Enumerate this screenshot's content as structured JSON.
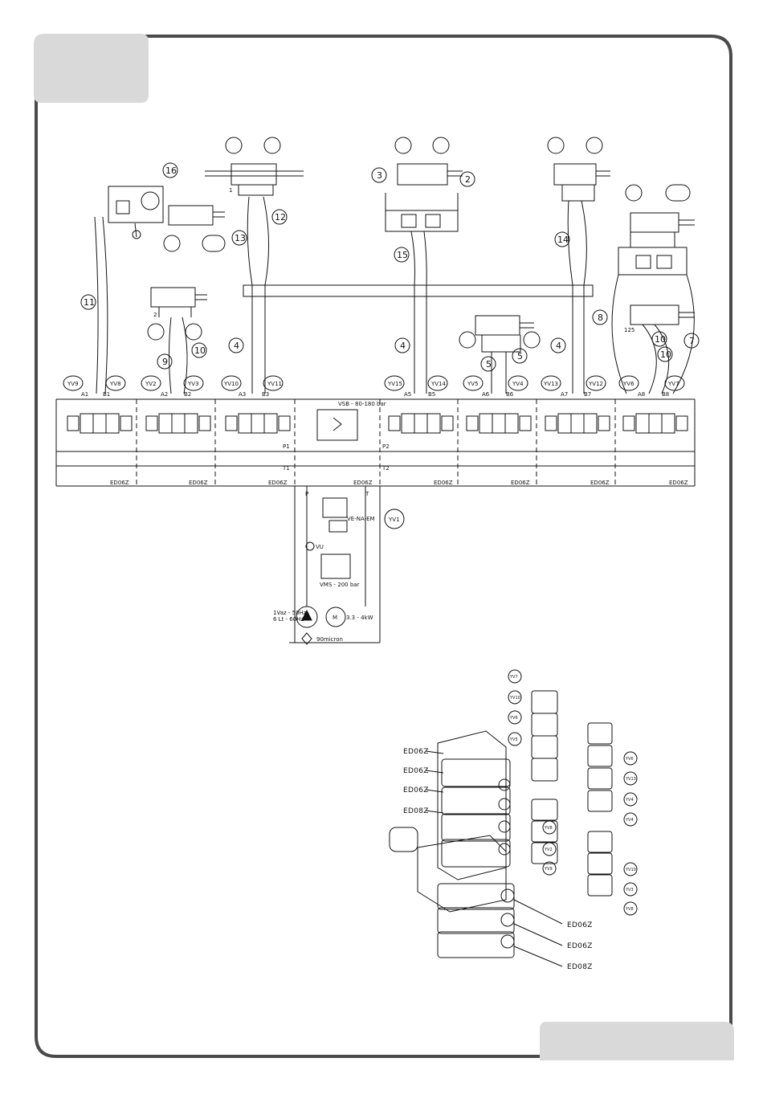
{
  "colors": {
    "frame": "#4a4a4a",
    "tab": "#d9d9d9",
    "ink": "#111111"
  },
  "valve_labels": [
    "YV9",
    "B1",
    "YV8",
    "YV2",
    "A2",
    "B2",
    "YV3",
    "YV10",
    "A3",
    "B3",
    "YV11",
    "YV15",
    "A5",
    "B5",
    "YV14",
    "YV5",
    "A6",
    "B6",
    "YV4",
    "YV13",
    "A7",
    "B7",
    "YV12",
    "YV6",
    "A8",
    "B8",
    "YV7",
    "A1"
  ],
  "valve_section_tags": [
    "ED06Z",
    "ED06Z",
    "ED06Z",
    "ED06Z",
    "ED06Z",
    "ED06Z",
    "ED06Z",
    "ED06Z"
  ],
  "callouts": [
    "16",
    "1",
    "12",
    "13",
    "3",
    "2",
    "14",
    "15",
    "11",
    "2",
    "9",
    "10",
    "4",
    "4",
    "5",
    "5",
    "4",
    "8",
    "10",
    "10",
    "7",
    "125"
  ],
  "circuit_labels": {
    "p1": "P1",
    "t1": "T1",
    "p2": "P2",
    "t2": "T2",
    "p": "P",
    "t": "T",
    "vsb": "VSB - 80-180 bar",
    "vms": "VMS - 200 bar",
    "solenoid": "YV1",
    "ve": "VE-NA-EM",
    "vu": "VU",
    "pump": "1Vaz - 50Hz\n6 Lt - 60Hz",
    "pump_1": "1Vaz - 50Hz",
    "pump_2": "6 Lt - 60Hz",
    "motor": "3.3 - 4kW",
    "motor_letter": "M",
    "filter": "90micron"
  },
  "assembly_labels_left": [
    "ED06Z",
    "ED06Z",
    "ED06Z",
    "ED08Z"
  ],
  "assembly_labels_right": [
    "ED06Z",
    "ED06Z",
    "ED08Z"
  ],
  "coil_labels": [
    "YV7",
    "YV10",
    "YV6",
    "YV5",
    "YV6",
    "YV13",
    "YV4",
    "YV4",
    "YV8",
    "YV2",
    "YV9",
    "YV10",
    "YV3",
    "YV8"
  ]
}
